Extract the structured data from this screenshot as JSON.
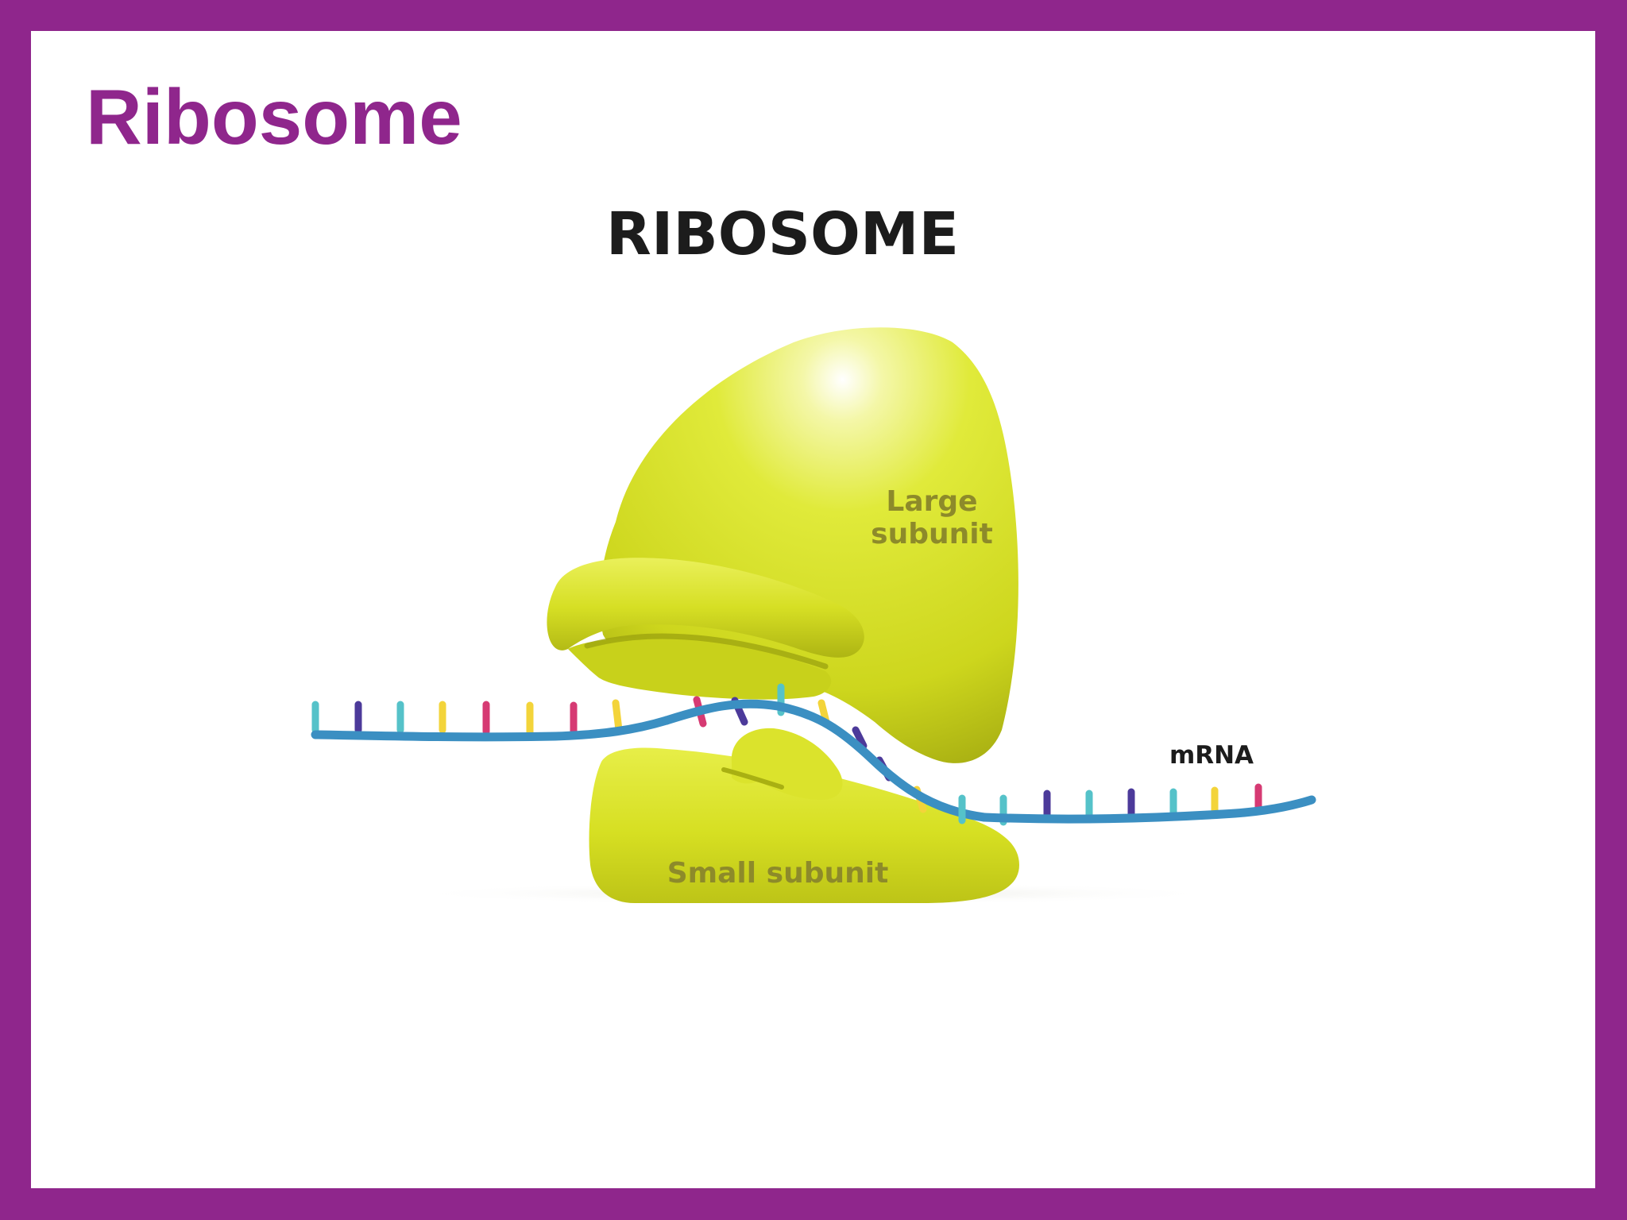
{
  "slide": {
    "title": "Ribosome"
  },
  "diagram": {
    "title": "RIBOSOME",
    "labels": {
      "large_subunit_line1": "Large",
      "large_subunit_line2": "subunit",
      "small_subunit": "Small subunit",
      "mrna": "mRNA"
    }
  },
  "colors": {
    "frame": "#8f268c",
    "title": "#8f268c",
    "subunit_fill": "#d5e021",
    "mrna_strand": "#3b8fc2",
    "base_teal": "#55c2c9",
    "base_indigo": "#4c3a9a",
    "base_yellow": "#f3d43a",
    "base_magenta": "#d63a73"
  }
}
